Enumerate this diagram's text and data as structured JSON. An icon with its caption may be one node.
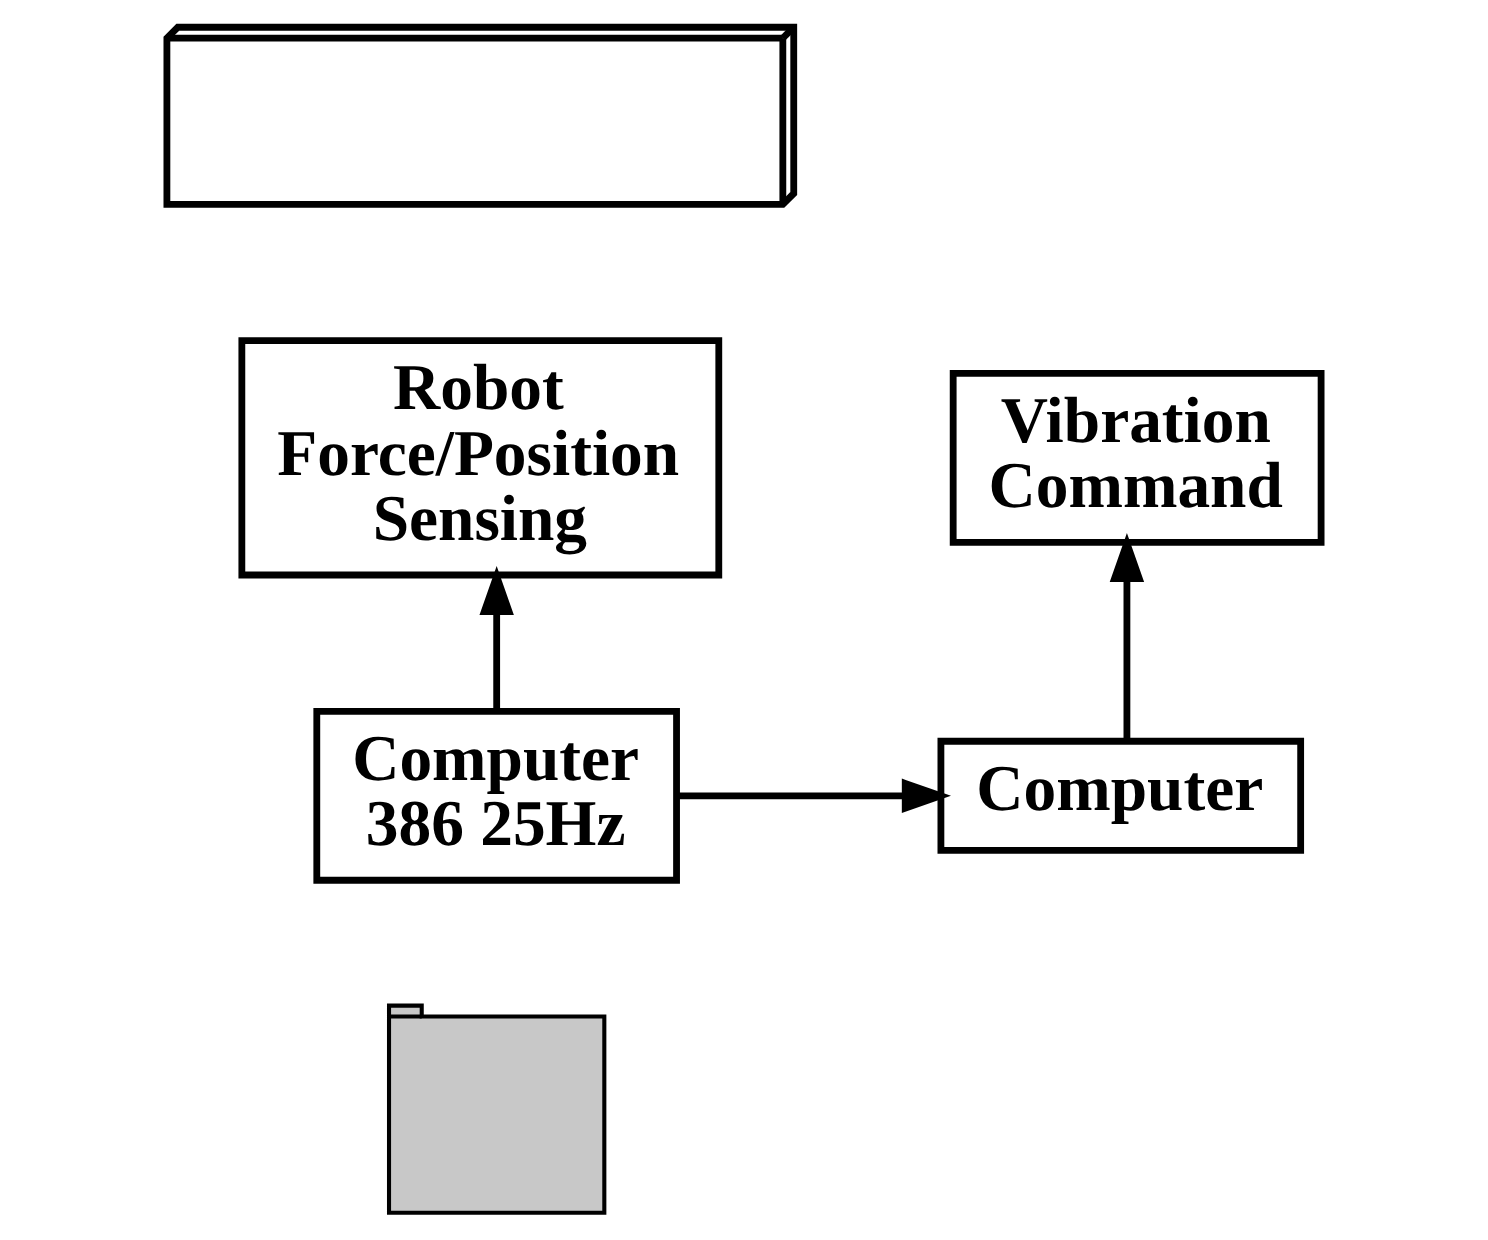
{
  "diagram": {
    "nodes": [
      {
        "text": [],
        "shape": "picture"
      },
      {
        "text": [
          "Robot Force/Position Sensing"
        ]
      },
      {
        "text": [
          "Vibration Command"
        ]
      },
      {
        "text": [
          "Computer 386 25Hz"
        ]
      },
      {
        "text": [
          "Computer"
        ]
      },
      {
        "text": [],
        "shape": "picture"
      }
    ],
    "edges": [
      {
        "from": 3,
        "to": 1,
        "arrow": "to"
      },
      {
        "from": 3,
        "to": 4,
        "arrow": "to"
      },
      {
        "from": 4,
        "to": 2,
        "arrow": "to"
      }
    ]
  }
}
